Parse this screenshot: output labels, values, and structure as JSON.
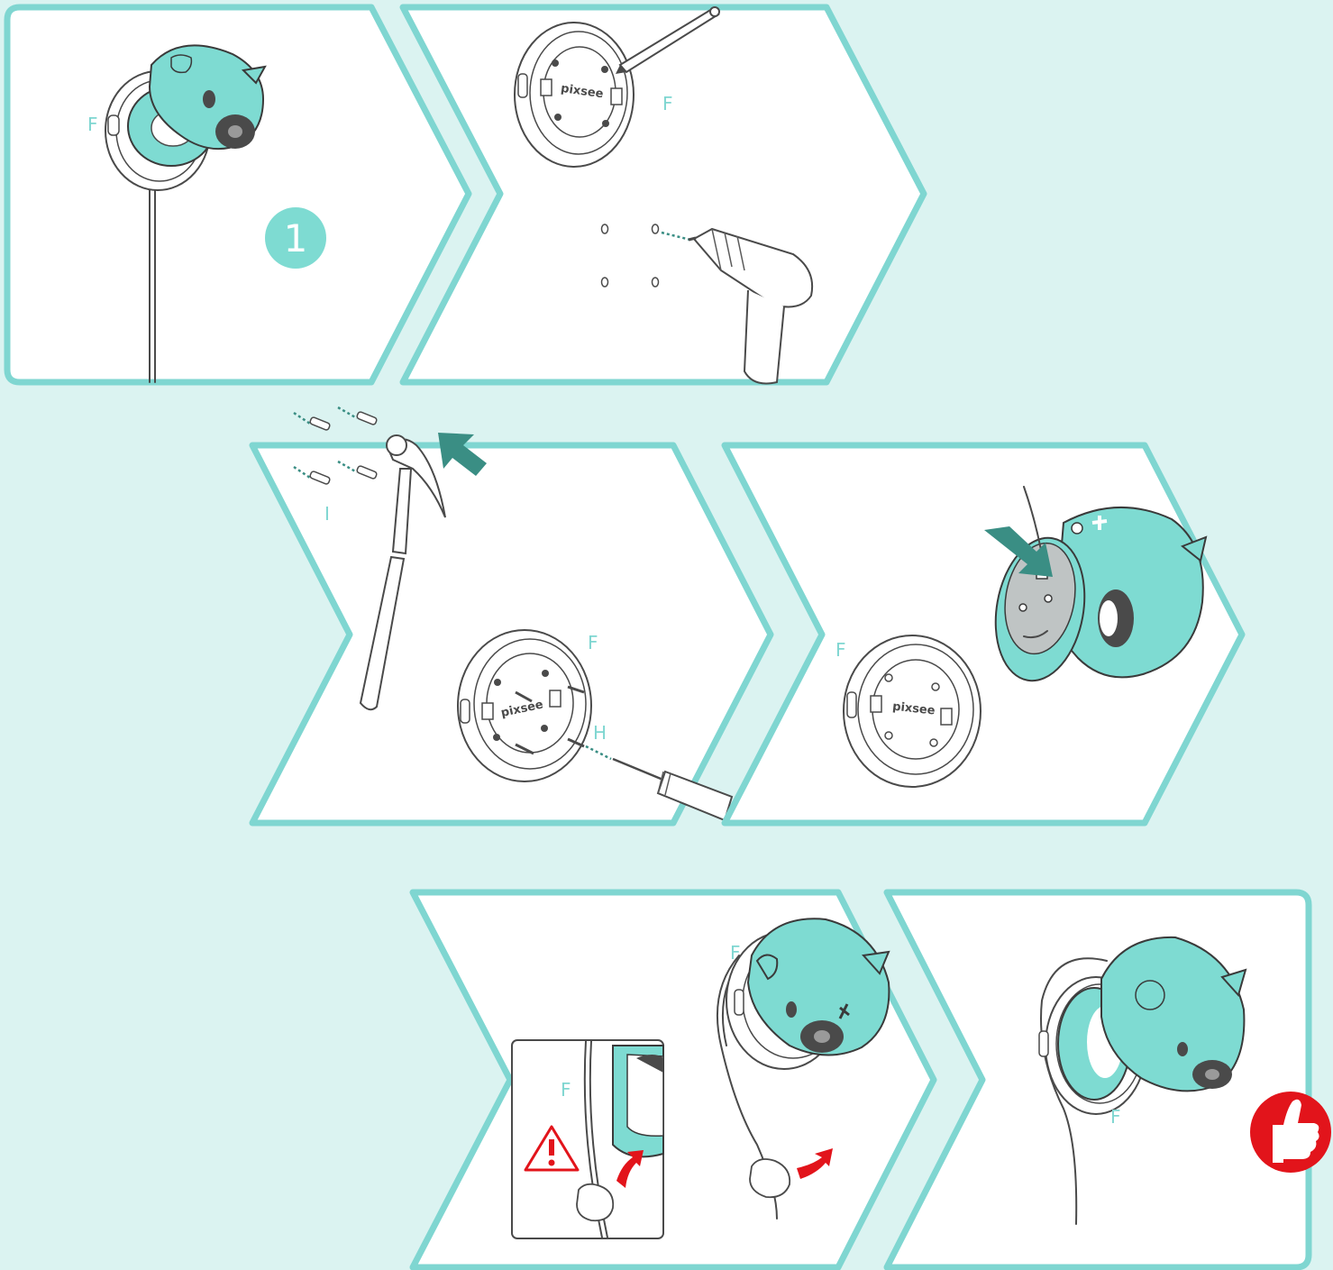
{
  "step_badge": "1",
  "part_label_f": "F",
  "part_label_h": "H",
  "part_label_i": "I",
  "brand_text": "pixsee",
  "colors": {
    "background": "#dbf3f1",
    "panel_border": "#7fd6d1",
    "camera_teal": "#7edbd2",
    "arrow_dark_teal": "#3a8e84",
    "warning_red": "#e2141b",
    "line_gray": "#4a4a4a"
  },
  "icons": [
    "camera-icon",
    "wall-mount-icon",
    "pencil-icon",
    "drill-icon",
    "hammer-icon",
    "wall-anchor-icon",
    "screw-icon",
    "screwdriver-icon",
    "push-arrow-icon",
    "warning-icon",
    "hand-icon",
    "rotate-arrow-icon",
    "thumbs-up-icon"
  ]
}
